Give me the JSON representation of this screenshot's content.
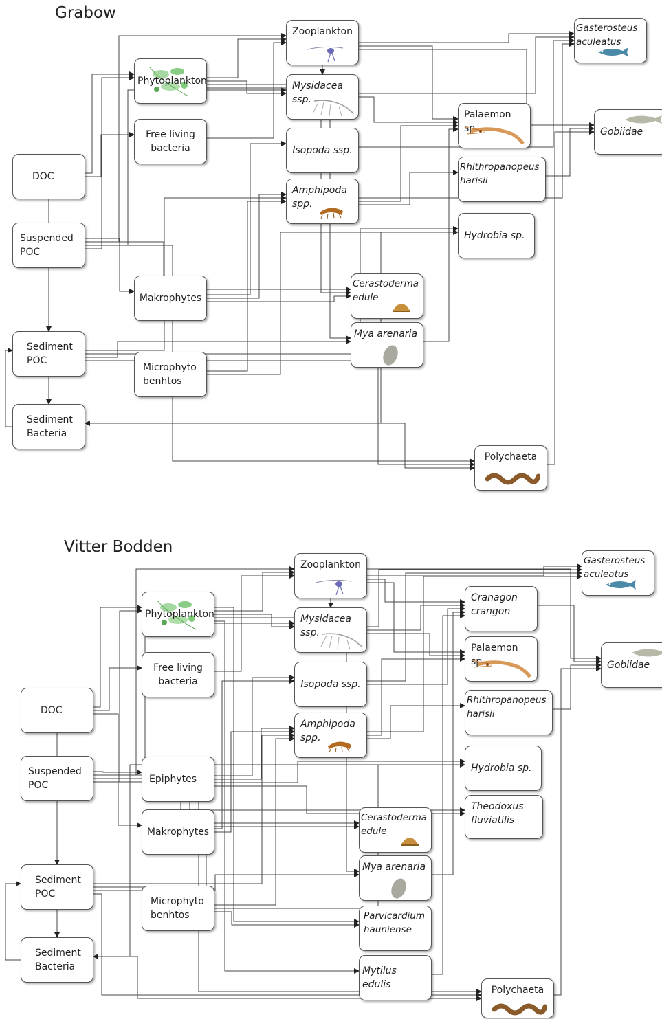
{
  "colors": {
    "line": "#444444",
    "box_border": "#555555",
    "text": "#222222"
  },
  "panels": [
    {
      "title": "Grabow",
      "nodes": [
        {
          "id": "zooplankton",
          "label": "Zooplankton",
          "icon": "zooplankton-icon"
        },
        {
          "id": "phytoplankton",
          "label": "Phytoplankton",
          "icon": "phytoplankton-icon"
        },
        {
          "id": "mysidacea",
          "label": "Mysidacea\nssp.",
          "icon": "mysid-icon"
        },
        {
          "id": "free_living_bacteria",
          "label": "Free living\nbacteria"
        },
        {
          "id": "isopoda",
          "label": "Isopoda ssp."
        },
        {
          "id": "doc",
          "label": "DOC"
        },
        {
          "id": "amphipoda",
          "label": "Amphipoda\nspp.",
          "icon": "amphipod-icon"
        },
        {
          "id": "suspended_poc",
          "label": "Suspended\nPOC"
        },
        {
          "id": "makrophytes",
          "label": "Makrophytes"
        },
        {
          "id": "sediment_poc",
          "label": "Sediment\nPOC"
        },
        {
          "id": "microphytobenthos",
          "label": "Microphyto\nbenhtos"
        },
        {
          "id": "sediment_bacteria",
          "label": "Sediment\nBacteria"
        },
        {
          "id": "gasterosteus",
          "label": "Gasterosteus\naculeatus",
          "icon": "stickleback-icon"
        },
        {
          "id": "palaemon",
          "label": "Palaemon sp.",
          "icon": "shrimp-icon"
        },
        {
          "id": "gobiidae",
          "label": "Gobiidae",
          "icon": "goby-icon"
        },
        {
          "id": "rhithropanopeus",
          "label": "Rhithropanopeus\nharisii"
        },
        {
          "id": "hydrobia",
          "label": "Hydrobia sp."
        },
        {
          "id": "cerastoderma",
          "label": "Cerastoderma\nedule",
          "icon": "cockle-icon"
        },
        {
          "id": "mya",
          "label": "Mya arenaria",
          "icon": "clam-icon"
        },
        {
          "id": "polychaeta",
          "label": "Polychaeta",
          "icon": "worm-icon"
        }
      ],
      "links": [
        [
          "doc",
          "phytoplankton"
        ],
        [
          "doc",
          "free_living_bacteria"
        ],
        [
          "doc",
          "sediment_bacteria"
        ],
        [
          "suspended_poc",
          "zooplankton"
        ],
        [
          "suspended_poc",
          "mysidacea"
        ],
        [
          "suspended_poc",
          "phytoplankton"
        ],
        [
          "suspended_poc",
          "sediment_poc"
        ],
        [
          "suspended_poc",
          "makrophytes"
        ],
        [
          "suspended_poc",
          "cerastoderma"
        ],
        [
          "suspended_poc",
          "polychaeta"
        ],
        [
          "phytoplankton",
          "zooplankton"
        ],
        [
          "phytoplankton",
          "mysidacea"
        ],
        [
          "phytoplankton",
          "cerastoderma"
        ],
        [
          "phytoplankton",
          "mya"
        ],
        [
          "free_living_bacteria",
          "zooplankton"
        ],
        [
          "zooplankton",
          "mysidacea"
        ],
        [
          "zooplankton",
          "gasterosteus"
        ],
        [
          "zooplankton",
          "palaemon"
        ],
        [
          "zooplankton",
          "gobiidae"
        ],
        [
          "mysidacea",
          "gasterosteus"
        ],
        [
          "mysidacea",
          "palaemon"
        ],
        [
          "isopoda",
          "gasterosteus"
        ],
        [
          "amphipoda",
          "gasterosteus"
        ],
        [
          "amphipoda",
          "palaemon"
        ],
        [
          "amphipoda",
          "rhithropanopeus"
        ],
        [
          "rhithropanopeus",
          "gobiidae"
        ],
        [
          "makrophytes",
          "isopoda"
        ],
        [
          "makrophytes",
          "amphipoda"
        ],
        [
          "makrophytes",
          "cerastoderma"
        ],
        [
          "sediment_poc",
          "amphipoda"
        ],
        [
          "sediment_poc",
          "hydrobia"
        ],
        [
          "sediment_poc",
          "mya"
        ],
        [
          "sediment_poc",
          "polychaeta"
        ],
        [
          "microphytobenthos",
          "amphipoda"
        ],
        [
          "microphytobenthos",
          "hydrobia"
        ],
        [
          "sediment_bacteria",
          "polychaeta"
        ],
        [
          "sediment_bacteria",
          "sediment_poc"
        ],
        [
          "polychaeta",
          "gobiidae"
        ],
        [
          "hydrobia",
          "sediment_bacteria"
        ],
        [
          "mya",
          "palaemon"
        ]
      ]
    },
    {
      "title": "Vitter Bodden",
      "nodes": [
        {
          "id": "zooplankton",
          "label": "Zooplankton",
          "icon": "zooplankton-icon"
        },
        {
          "id": "phytoplankton",
          "label": "Phytoplankton",
          "icon": "phytoplankton-icon"
        },
        {
          "id": "mysidacea",
          "label": "Mysidacea\nssp.",
          "icon": "mysid-icon"
        },
        {
          "id": "free_living_bacteria",
          "label": "Free living\nbacteria"
        },
        {
          "id": "isopoda",
          "label": "Isopoda ssp."
        },
        {
          "id": "doc",
          "label": "DOC"
        },
        {
          "id": "amphipoda",
          "label": "Amphipoda\nspp.",
          "icon": "amphipod-icon"
        },
        {
          "id": "suspended_poc",
          "label": "Suspended\nPOC"
        },
        {
          "id": "epiphytes",
          "label": "Epiphytes"
        },
        {
          "id": "makrophytes",
          "label": "Makrophytes"
        },
        {
          "id": "sediment_poc",
          "label": "Sediment\nPOC"
        },
        {
          "id": "microphytobenthos",
          "label": "Microphyto\nbenhtos"
        },
        {
          "id": "sediment_bacteria",
          "label": "Sediment\nBacteria"
        },
        {
          "id": "gasterosteus",
          "label": "Gasterosteus\naculeatus",
          "icon": "stickleback-icon"
        },
        {
          "id": "crangon",
          "label": "Cranagon\ncrangon"
        },
        {
          "id": "palaemon",
          "label": "Palaemon sp.",
          "icon": "shrimp-icon"
        },
        {
          "id": "gobiidae",
          "label": "Gobiidae",
          "icon": "goby-icon"
        },
        {
          "id": "rhithropanopeus",
          "label": "Rhithropanopeus\nharisii"
        },
        {
          "id": "hydrobia",
          "label": "Hydrobia sp."
        },
        {
          "id": "theodoxus",
          "label": "Theodoxus\nfluviatilis"
        },
        {
          "id": "cerastoderma",
          "label": "Cerastoderma\nedule",
          "icon": "cockle-icon"
        },
        {
          "id": "mya",
          "label": "Mya arenaria",
          "icon": "clam-icon"
        },
        {
          "id": "parvicardium",
          "label": "Parvicardium\nhauniense"
        },
        {
          "id": "mytilus",
          "label": "Mytilus edulis"
        },
        {
          "id": "polychaeta",
          "label": "Polychaeta",
          "icon": "worm-icon"
        }
      ],
      "links": [
        [
          "doc",
          "phytoplankton"
        ],
        [
          "doc",
          "free_living_bacteria"
        ],
        [
          "doc",
          "makrophytes"
        ],
        [
          "doc",
          "sediment_bacteria"
        ],
        [
          "suspended_poc",
          "zooplankton"
        ],
        [
          "suspended_poc",
          "mysidacea"
        ],
        [
          "suspended_poc",
          "phytoplankton"
        ],
        [
          "suspended_poc",
          "sediment_poc"
        ],
        [
          "suspended_poc",
          "epiphytes"
        ],
        [
          "suspended_poc",
          "theodoxus"
        ],
        [
          "suspended_poc",
          "cerastoderma"
        ],
        [
          "suspended_poc",
          "polychaeta"
        ],
        [
          "phytoplankton",
          "zooplankton"
        ],
        [
          "phytoplankton",
          "mysidacea"
        ],
        [
          "phytoplankton",
          "mya"
        ],
        [
          "phytoplankton",
          "mytilus"
        ],
        [
          "phytoplankton",
          "parvicardium"
        ],
        [
          "free_living_bacteria",
          "zooplankton"
        ],
        [
          "zooplankton",
          "mysidacea"
        ],
        [
          "zooplankton",
          "gasterosteus"
        ],
        [
          "zooplankton",
          "crangon"
        ],
        [
          "zooplankton",
          "palaemon"
        ],
        [
          "zooplankton",
          "gobiidae"
        ],
        [
          "mysidacea",
          "gasterosteus"
        ],
        [
          "mysidacea",
          "crangon"
        ],
        [
          "mysidacea",
          "palaemon"
        ],
        [
          "isopoda",
          "gasterosteus"
        ],
        [
          "isopoda",
          "crangon"
        ],
        [
          "amphipoda",
          "gasterosteus"
        ],
        [
          "amphipoda",
          "palaemon"
        ],
        [
          "amphipoda",
          "rhithropanopeus"
        ],
        [
          "crangon",
          "gobiidae"
        ],
        [
          "rhithropanopeus",
          "gobiidae"
        ],
        [
          "epiphytes",
          "isopoda"
        ],
        [
          "epiphytes",
          "amphipoda"
        ],
        [
          "epiphytes",
          "hydrobia"
        ],
        [
          "epiphytes",
          "theodoxus"
        ],
        [
          "makrophytes",
          "isopoda"
        ],
        [
          "makrophytes",
          "amphipoda"
        ],
        [
          "sediment_poc",
          "amphipoda"
        ],
        [
          "sediment_poc",
          "cerastoderma"
        ],
        [
          "sediment_poc",
          "mya"
        ],
        [
          "sediment_poc",
          "polychaeta"
        ],
        [
          "microphytobenthos",
          "amphipoda"
        ],
        [
          "microphytobenthos",
          "hydrobia"
        ],
        [
          "microphytobenthos",
          "parvicardium"
        ],
        [
          "sediment_bacteria",
          "polychaeta"
        ],
        [
          "sediment_bacteria",
          "sediment_poc"
        ],
        [
          "polychaeta",
          "gobiidae"
        ],
        [
          "mya",
          "crangon"
        ],
        [
          "mytilus",
          "crangon"
        ],
        [
          "hydrobia",
          "sediment_bacteria"
        ]
      ]
    }
  ]
}
